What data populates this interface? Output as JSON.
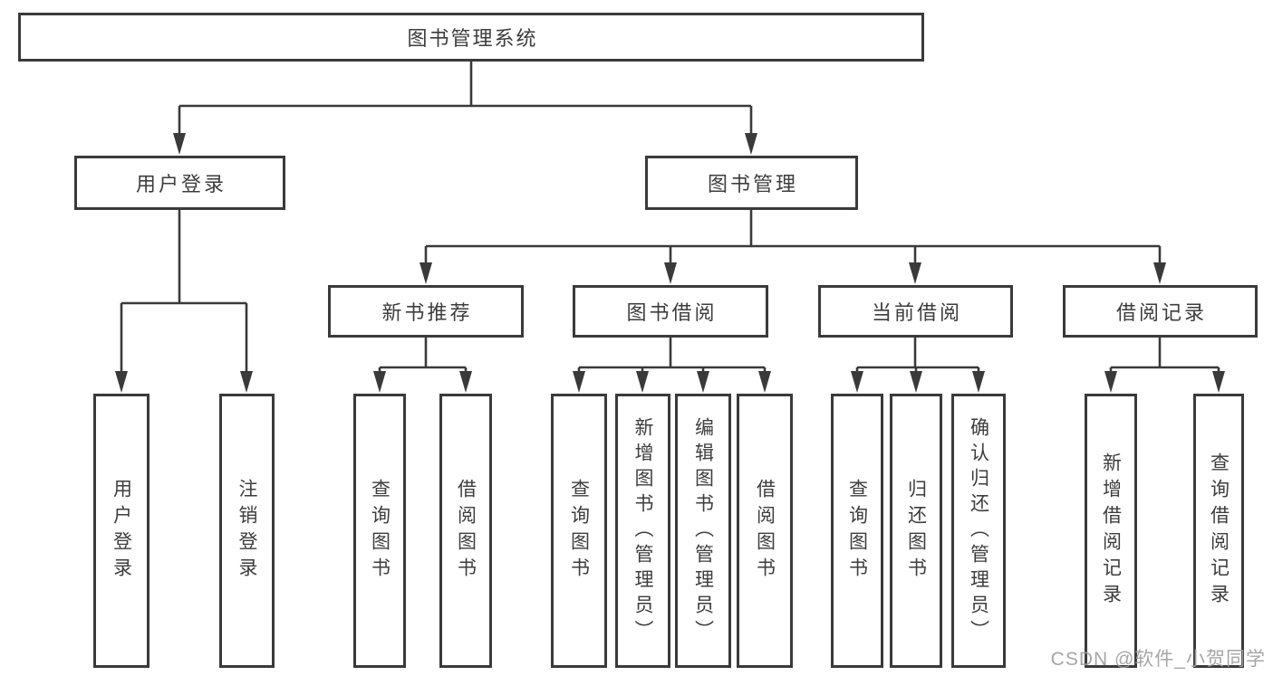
{
  "diagram_title": "图书管理系统",
  "tree": {
    "label": "图书管理系统",
    "children": [
      {
        "label": "用户登录",
        "children": [
          {
            "label": "用户登录"
          },
          {
            "label": "注销登录"
          }
        ]
      },
      {
        "label": "图书管理",
        "children": [
          {
            "label": "新书推荐",
            "children": [
              {
                "label": "查询图书"
              },
              {
                "label": "借阅图书"
              }
            ]
          },
          {
            "label": "图书借阅",
            "children": [
              {
                "label": "查询图书"
              },
              {
                "label": "新增图书（管理员）"
              },
              {
                "label": "编辑图书（管理员）"
              },
              {
                "label": "借阅图书"
              }
            ]
          },
          {
            "label": "当前借阅",
            "children": [
              {
                "label": "查询图书"
              },
              {
                "label": "归还图书"
              },
              {
                "label": "确认归还（管理员）"
              }
            ]
          },
          {
            "label": "借阅记录",
            "children": [
              {
                "label": "新增借阅记录"
              },
              {
                "label": "查询借阅记录"
              }
            ]
          }
        ]
      }
    ]
  },
  "watermark": "CSDN @软件_小贺同学",
  "colors": {
    "line": "#3a3a3a",
    "box_border": "#3a3a3a",
    "text": "#3d3d3d",
    "watermark": "#9e9e9e",
    "background": "#ffffff"
  }
}
